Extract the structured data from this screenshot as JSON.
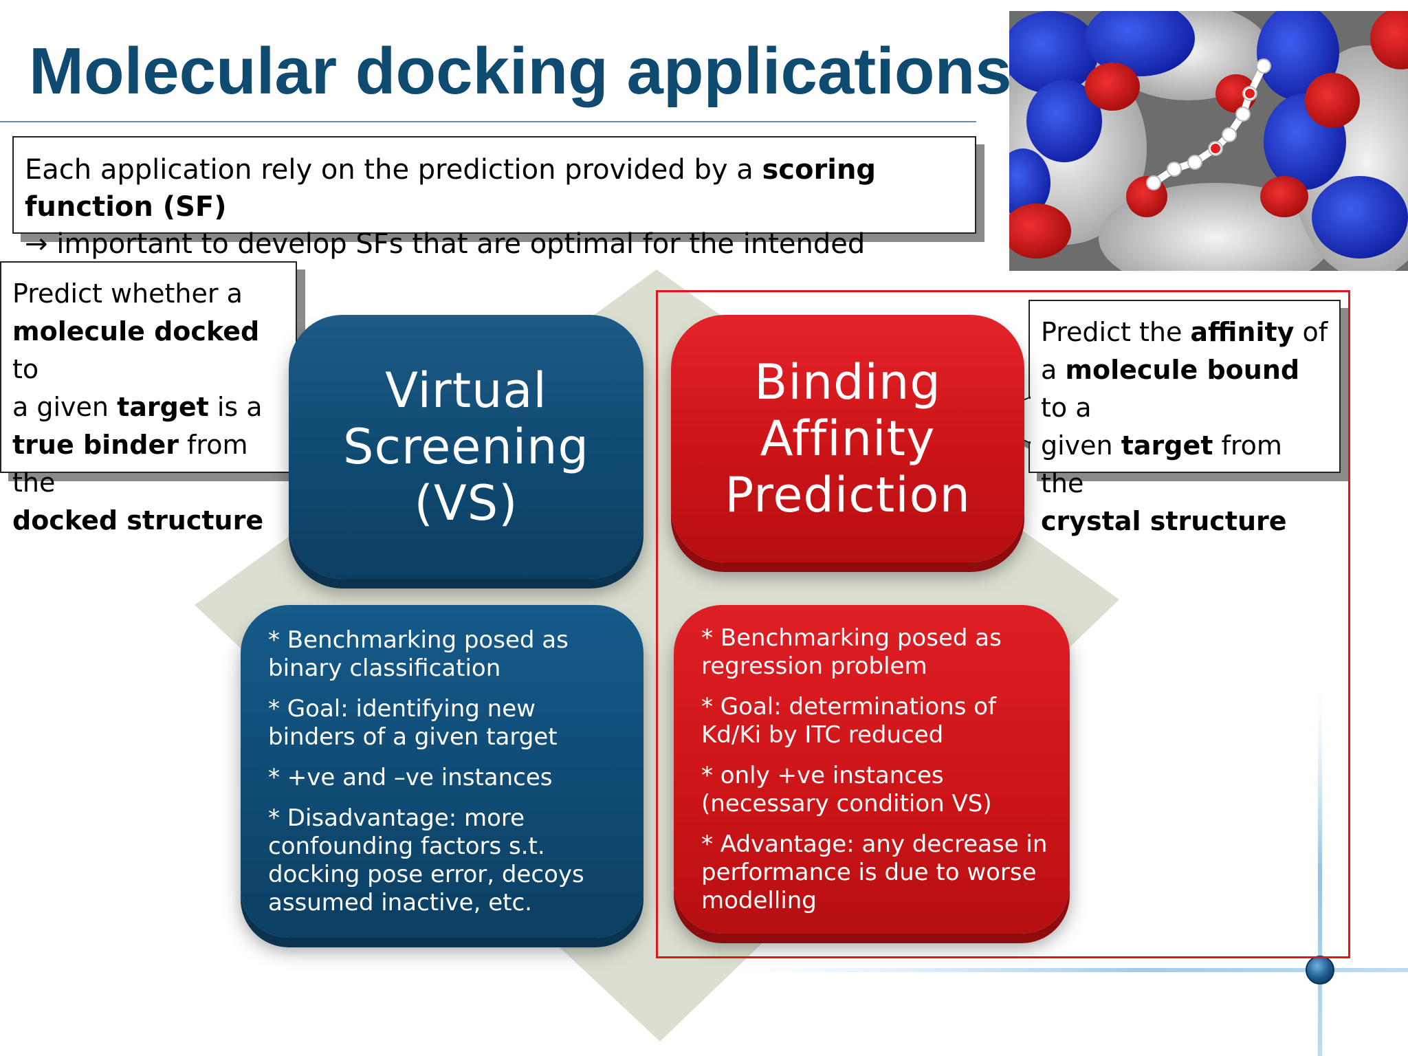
{
  "slide": {
    "title": "Molecular docking applications",
    "intro": {
      "line1_pre": "Each application rely on the prediction provided by a ",
      "line1_bold": "scoring function (SF)",
      "arrow": "→",
      "line2": " important to develop SFs that are optimal for the intended application"
    },
    "vs_callout": {
      "t1": "Predict whether a",
      "b1": "molecule docked",
      "t2": " to",
      "t3": "a given ",
      "b2": "target",
      "t4": " is a",
      "b3": "true binder",
      "t5": " from the",
      "b4": "docked structure"
    },
    "ba_callout": {
      "t1": "Predict the ",
      "b1": "affinity",
      "t2": " of",
      "t3": "a ",
      "b2": "molecule bound",
      "t4": " to a",
      "t5": "given ",
      "b3": "target",
      "t6": " from the",
      "b4": "crystal structure"
    },
    "vs": {
      "title_lines": [
        "Virtual",
        "Screening",
        "(VS)"
      ],
      "points": [
        "* Benchmarking  posed as binary classification",
        "* Goal: identifying new binders of a given target",
        "* +ve and –ve instances",
        "* Disadvantage: more confounding factors s.t. docking pose error, decoys assumed inactive, etc."
      ]
    },
    "ba": {
      "title_lines": [
        "Binding",
        "Affinity",
        "Prediction"
      ],
      "points": [
        "* Benchmarking  posed as regression problem",
        "* Goal: determinations of Kd/Ki by ITC reduced",
        "* only +ve instances (necessary condition VS)",
        "* Advantage: any decrease in performance is due to worse modelling"
      ]
    }
  },
  "colors": {
    "title": "#0f4a70",
    "vs_blue": "#0f4a72",
    "ba_red": "#cc1417",
    "highlight_frame": "#e0161b",
    "diamond": "#d9ded0"
  },
  "icons": {
    "molecule_image": "protein-ligand-surface-image"
  }
}
